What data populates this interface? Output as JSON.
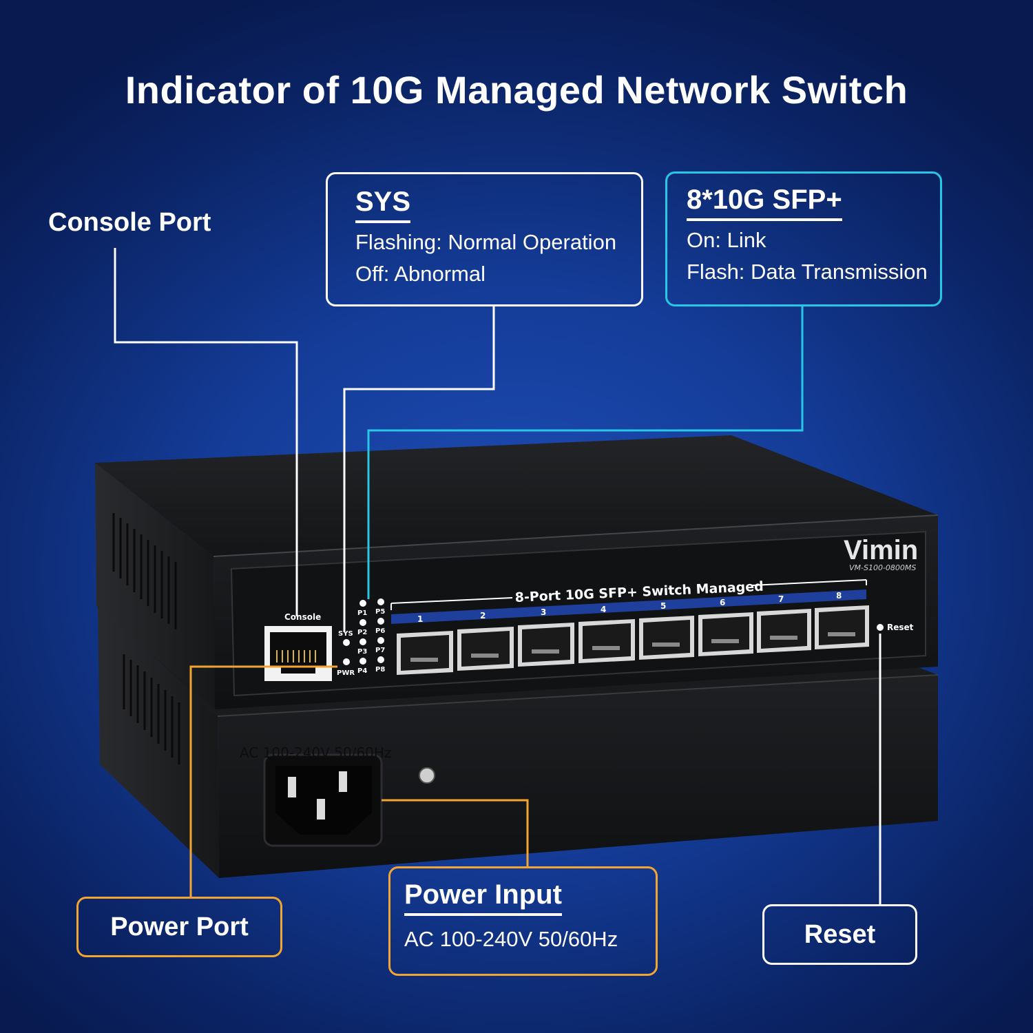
{
  "headline": "Indicator of 10G Managed Network Switch",
  "console_label": "Console Port",
  "sys_callout": {
    "title": "SYS",
    "line1": "Flashing: Normal Operation",
    "line2": "Off: Abnormal"
  },
  "sfp_callout": {
    "title": "8*10G SFP+",
    "line1": "On: Link",
    "line2": "Flash: Data Transmission"
  },
  "power_port_label": "Power Port",
  "power_input": {
    "title": "Power Input",
    "line1": "AC 100-240V 50/60Hz"
  },
  "reset_label": "Reset",
  "device": {
    "brand": "Vimin",
    "model": "VM-S100-0800MS",
    "panel_caption": "8-Port 10G SFP+ Switch Managed",
    "console_text": "Console",
    "reset_text": "Reset",
    "sys_led": "SYS",
    "pwr_led": "PWR",
    "port_leds_left": [
      "P1",
      "P2",
      "P3",
      "P4"
    ],
    "port_leds_right": [
      "P5",
      "P6",
      "P7",
      "P8"
    ],
    "port_numbers": [
      "1",
      "2",
      "3",
      "4",
      "5",
      "6",
      "7",
      "8"
    ],
    "rear_power_text": "AC 100-240V 50/60Hz"
  },
  "colors": {
    "white_line": "#ffffff",
    "cyan_line": "#27c7e6",
    "orange_line": "#f3a531",
    "device_body": "#1b1c1e"
  }
}
